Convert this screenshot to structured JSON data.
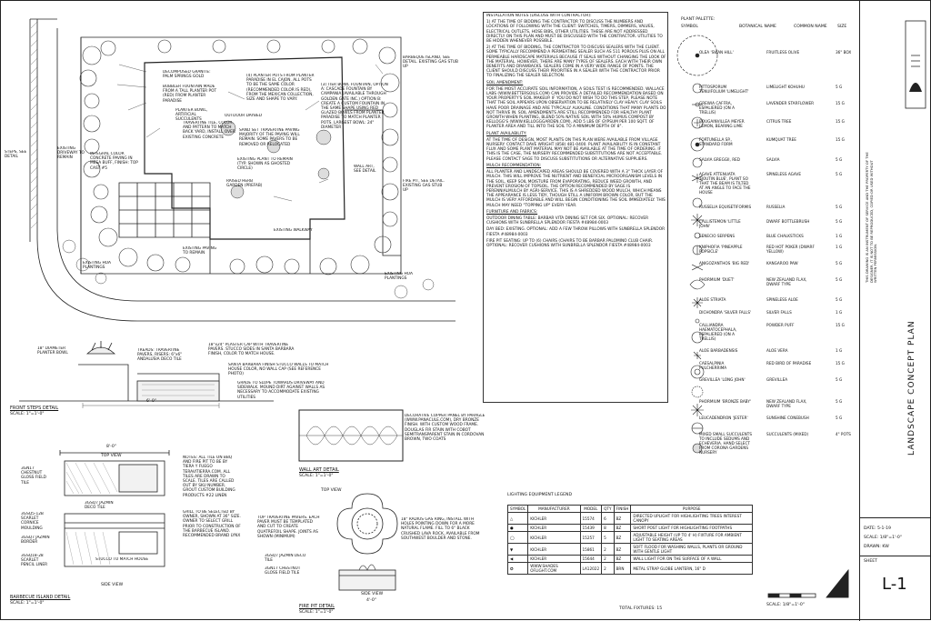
{
  "sheet": {
    "title": "LANDSCAPE CONCEPT PLAN",
    "sheet_label": "SHEET",
    "sheet_number": "L-1",
    "date": "DATE: 5-1-19",
    "scale": "SCALE: 1/8\"=1'-0\"",
    "drawn": "DRAWN: KW",
    "scale_bar": "SCALE: 1/8\"=1'-0\"",
    "copyright": "THIS DRAWING IS AN INSTRUMENT OF SERVICE AND THE PROPERTY OF THE DESIGNER. IT IS NOT TO BE REPRODUCED, COPIED OR USED WITHOUT WRITTEN PERMISSION."
  },
  "plan_labels": [
    {
      "text": "DECOMPOSED GRANITE: PALM SPRINGS GOLD"
    },
    {
      "text": "BUBBLER FOUNTAIN MADE FROM A TALL PLANTER POT (RED) FROM PLANTER PARADISE"
    },
    {
      "text": "PLANTER BOWL, ARTIFICIAL SUCCULENTS"
    },
    {
      "text": "INTEGRAL COLOR CONCRETE PAVING IN MESA BUFF, FINISH: TOP CAST #5"
    },
    {
      "text": "TRAVERTINE TILE, COLOR, AND PATTERN TO MATCH BACK YARD, INSTALL OVER EXISTING CONCRETE"
    },
    {
      "text": "EXISTING DRIVEWAY TO REMAIN"
    },
    {
      "text": "STEPS, SEE DETAIL"
    },
    {
      "text": "(4) PLANTER POTS FROM PLANTER PARADISE IN EL CAJON. ALL POTS TO BE THE SAME COLOR (RECOMMENDED COLOR IS RED), FROM THE MEXICAN COLLECTION, SIZE AND SHAPE TO VARY."
    },
    {
      "text": "OUTDOOR DAYBED"
    },
    {
      "text": "SAND SET TRAVERTINE PAVING MAJORITY OF THE PAVING WILL REMAIN. SOME PAVERS TO BE REMOVED OR RELOCATED"
    },
    {
      "text": "EXISTING PLANT TO REMAIN (TYP. SHOWN AS GHOSTED CIRCLE)"
    },
    {
      "text": "RAISED HERB GARDEN (PREFAB)"
    },
    {
      "text": "(3) TIER BOWL FOUNTAIN, OPTION A: CASCADE FOUNTAIN BY CAMPANIA (AVAILABLE THROUGH GOLDEN GATE INC.) OPTION B: CREATE A CUSTOM FOUNTAIN IN THE SAME SHAPE USING RED GLAZED BOWLS FROM PLANTER PARADISE TO MATCH PLANTER POTS. LARGEST BOWL: 24\" DIAMETER"
    },
    {
      "text": "BARBEQUE ISLAND, SEE DETAIL. EXISTING GAS STUB UP"
    },
    {
      "text": "WALL ART, SEE DETAIL"
    },
    {
      "text": "FIRE PIT, SEE DETAIL. EXISTING GAS STUB UP"
    },
    {
      "text": "EXISTING WALKWAY"
    },
    {
      "text": "EXISTING PAVING TO REMAIN"
    },
    {
      "text": "EXISTING HOA PLANTINGS"
    },
    {
      "text": "EXISTING HOA PLANTINGS"
    }
  ],
  "details": {
    "front_steps": {
      "title": "FRONT STEPS DETAIL",
      "scale": "SCALE: 1\"=1'-0\"",
      "labels": [
        "18\" DIAMETER PLANTER BOWL",
        "TREADS: TRAVERTINE PAVERS, RISERS: 6\"x6\" ANDALUSIA DECO TILE",
        "18\"x24\" PLASTER CAP WITH TRAVERTINE PAVERS. STUCCO SIDES IN SANTA BARBARA FINISH, COLOR TO MATCH HOUSE.",
        "SANTA BARBARA FINISH STUCCO WALLS TO MATCH HOUSE COLOR, NO WALL CAP (SEE REFERENCE PHOTO)",
        "GRADE TO SLOPE TOWARDS DRIVEWAY AND SIDEWALK. MOUND DIRT AGAINST WALLS AS NECESSARY TO ACCOMMODATE EXISTING UTILITIES"
      ],
      "dimension": "6'-0\""
    },
    "bbq": {
      "title": "BARBECUE ISLAND DETAIL",
      "scale": "SCALE: 1\"=1'-0\"",
      "top_view": "TOP VIEW",
      "side_view": "SIDE VIEW",
      "dimension": "8'-0\"",
      "labels": [
        "3GN17 CHESTNUT GLOSS FIELD TILE",
        "3GSQ5-12B SCARLET CORNICE MOULDING",
        "3GSQ7 JAZMIN BORDER",
        "3GSQ18-28 SCARLET PENCIL LINER",
        "3GSQ7 JAZMIN DECO TILE",
        "STUCCO TO MATCH HOUSE"
      ],
      "notes": "NOTES: ALL TILE ON BBQ AND FIRE PIT TO BE BY TIERA Y FUEGO TERAVITIERRA.COM. ALL TILES ARE DRAWN TO SCALE. TILES ARE CALLED OUT BY SKU NUMBER. GROUT CUSTOM BUILDING PRODUCTS #22 LINEN",
      "grill_note": "GRILL TO BE SELECTED BY OWNER, SHOWN AT 36\" SIZE. OWNER TO SELECT GRILL PRIOR TO CONSTRUCTION OF THE BARBECUE ISLAND. RECOMMENDED BRAND LYNX"
    },
    "wall_art": {
      "title": "WALL ART DETAIL",
      "scale": "SCALE: 1\"=1'-0\"",
      "note": "DECORATIVE COPPER PANEL BY PARAGLE (WWW.PANACULE.COM), DRY BRONZE FINISH. WITH CUSTOM WOOD FRAME. DOUGLAS FIR STAIN WITH COBOT SEMITRANSPARENT STAIN IN CORDOVAN BROWN, TWO COATS"
    },
    "fire_pit": {
      "title": "FIRE PIT DETAIL",
      "scale": "SCALE: 1\"=1'-0\"",
      "top_view": "TOP VIEW",
      "side_view": "SIDE VIEW",
      "dimension": "4'-0\"",
      "labels": [
        "TOP TRAVERTINE PAVERS. EACH PAVER MUST BE TEMPLATED AND CUT TO CREATE QUATREFOIL SHAPE. JOINTS AS SHOWN (MINIMUM)",
        "3GSQ7 JAZMIN DECO TILE",
        "3GN17 CHESTNUT GLOSS FIELD TILE"
      ],
      "burner_note": "18\" RADIUS GAS RING, INSTALL WITH HOLES POINTING DOWN FOR A MORE NATURAL FLAME. FILL TO 6\" BLACK CRUSHED LAVA ROCK, AVAILABLE FROM SOUTHWEST BOULDER AND STONE."
    }
  },
  "notes": {
    "title": "INSTALLATION NOTES (DISCUSS WITH CONTRACTOR):",
    "items": [
      "1) AT THE TIME OF BIDDING THE CONTRACTOR TO DISCUSS THE NUMBERS AND LOCATIONS OF FOLLOWING WITH THE CLIENT: SWITCHES, TIMERS, DIMMERS, VALVES, ELECTRICAL OUTLETS, HOSE BIBS, OTHER UTILITIES. THESE ARE NOT ADDRESSED DIRECTLY ON THIS PLAN AND MUST BE DISCUSSED WITH THE CONTRACTOR. UTILITIES TO BE HIDDEN WHENEVER POSSIBLE.",
      "2) AT THE TIME OF BIDDING, THE CONTRACTOR TO DISCUSS SEALERS WITH THE CLIENT. SOME TYPICALLY RECOMMEND A PERMEATING SEALER SUCH AS 511 POROUS PLUS ON ALL PERMEABLE HARDSCAPE MATERIALS BECAUSE IT SEALS WITHOUT CHANGING THE LOOK OF THE MATERIAL. HOWEVER, THERE ARE MANY TYPES OF SEALERS. EACH WITH THEIR OWN BENEFITS AND DRAWBACKS. SEALERS COME IN A VERY WIDE RANGE OF POINTS. THE CLIENT SHOULD DISCUSS THEIR PRIORITIES IN A SEALER WITH THE CONTRACTOR PRIOR TO FINALIZING THE SEALER SELECTION."
    ],
    "soil_title": "SOIL AMENDMENT:",
    "soil": "FOR THE MOST ACCURATE SOIL INFORMATION, A SOILS TEST IS RECOMMENDED. WALLACE LABS (WWW.BETTERSOILS.COM) CAN PROVIDE A DETAILED RECOMMENDATION BASED ON YOUR PROPERTY'S SOIL MAKEUP. IF YOU DO NOT WISH TO DO THIS STEP, PLEASE NOTE THAT THE SOIL APPEARS UPON OBSERVATION TO BE RELATIVELY CLAY HEAVY. CLAY SOILS HAVE POOR DRAINAGE AND ARE TYPICALLY ALKALINE. CONDITIONS THAT MANY PLANTS DO NOT THRIVE IN. SOIL AMENDMENTS ARE STILL RECOMMENDED FOR HEALTHY PLANT GROWTH WHEN PLANTING, BLEND 50% NATIVE SOIL WITH 50% HUMUS COMPOST BY KELLOGG'S (WWW.KELLOGGGARDEN.COM), ADD 5 LBS OF GYPSUM PER 100 SQFT. OF PLANTER AREA AND TILL INTO THE SOIL TO A MINIMUM DEPTH OF 8\".",
    "plant_title": "PLANT AVAILABILITY:",
    "plant": "AT THE TIME OF DESIGN, MOST PLANTS ON THIS PLAN WERE AVAILABLE FROM VILLAGE NURSERY. CONTACT DAVE WRIGHT (858) 481-0400. PLANT AVAILABILITY IS IN CONSTANT FLUX AND SOME PLANT MATERIAL MAY NOT BE AVAILABLE AT THE TIME OF ORDERING. IF THIS IS THE CASE, THE NURSERY RECOMMENDED SUBSTITUTIONS ARE NOT ACCEPTABLE. PLEASE CONTACT SAGE TO DISCUSS SUBSTITUTIONS OR ALTERNATIVE SUPPLIERS.",
    "mulch_title": "MULCH RECOMMENDATION:",
    "mulch": "ALL PLANTER AND LANDSCAPED AREAS SHOULD BE COVERED WITH A 3\" THICK LAYER OF MULCH. THIS WILL IMPROVE THE NUTRIENT AND BENEFICIAL MICROORGANISM LEVELS IN THE SOIL, KEEP SOIL MOISTURE FROM EVAPORATING, REDUCE WEED GROWTH, AND PREVENT EROSION OF TOPSOIL. THE OPTION RECOMMENDED BY SAGE IS PERENNIALMULCH BY AGRI-SERVICE. THIS IS A SHREDDED WOOD MULCH, WHICH MEANS THE APPEARANCE IS LESS TIDY, THOUGH STILL A UNIFORM BROWN COLOR, BUT THE MULCH IS VERY AFFORDABLE AND WILL BEGIN CONDITIONING THE SOIL IMMEDIATELY. THIS MULCH MAY NEED \"TOPPING UP\" EVERY YEAR.",
    "furniture_title": "FURNITURE AND FABRICS:",
    "furniture": [
      "OUTDOOR DINING TABLE: BARBAR VITA DINING SET FOR SIX. OPTIONAL: RECOVER CUSHIONS WITH SUNBRELLA SPLENDOR FIESTA #48984-0003",
      "DAY BED: EXISTING. OPTIONAL: ADD A FEW THROW PILLOWS WITH SUNBRELLA SPLENDOR FIESTA #48984-0003",
      "FIRE PIT SEATING: UP TO (6) CHAIRS (CHAIRS TO BE BARBAR PALOMINO CLUB CHAIR. OPTIONAL: RECOVER CUSHIONS WITH SUNBRELLA SPLENDOR FIESTA #48984-0003"
    ]
  },
  "plant_palette": {
    "title": "PLANT PALETTE:",
    "headers": [
      "SYMBOL",
      "BOTANICAL NAME",
      "COMMON NAME",
      "SIZE"
    ],
    "rows": [
      {
        "botanical": "OLEA 'SWAN HILL'",
        "common": "FRUITLESS OLIVE",
        "size": "36\" BOX"
      },
      {
        "botanical": "PITTOSPORUM TENUIFOLIUM 'LIMELIGHT'",
        "common": "LIMELIGHT KOHUHU",
        "size": "5 G"
      },
      {
        "botanical": "GREWIA CAFFRA, ESPALIERED (ON A TRELLIS)",
        "common": "LAVENDER STARFLOWER",
        "size": "15 G"
      },
      {
        "botanical": "BOUGAINVILLEA MEYER LEMON, BEARING LIME",
        "common": "CITRUS TREE",
        "size": "15 G"
      },
      {
        "botanical": "FORTUNELLA SP., STANDARD FORM",
        "common": "KUMQUAT TREE",
        "size": "15 G"
      },
      {
        "botanical": "SALVIA GREGGII, RED",
        "common": "SALVIA",
        "size": "5 G"
      },
      {
        "botanical": "AGAVE ATTENUATA 'BOUTIN BLUE', PLANT SO THAT THE BEAM IS TILTED AT AN ANGLE TO FACE THE HOUSE",
        "common": "SPINELESS AGAVE",
        "size": "5 G"
      },
      {
        "botanical": "RUSSELIA EQUISETIFORMIS",
        "common": "RUSSELIA",
        "size": "5 G"
      },
      {
        "botanical": "CALLISTEMON 'LITTLE JOHN'",
        "common": "DWARF BOTTLEBRUSH",
        "size": "5 G"
      },
      {
        "botanical": "SENECIO SERPENS",
        "common": "BLUE CHALKSTICKS",
        "size": "1 G"
      },
      {
        "botanical": "KNIPHOFIA 'PINEAPPLE POPSICLE'",
        "common": "RED HOT POKER (DWARF YELLOW)",
        "size": "1 G"
      },
      {
        "botanical": "ANIGOZANTHOS 'BIG RED'",
        "common": "KANGAROO PAW",
        "size": "5 G"
      },
      {
        "botanical": "PHORMIUM 'DUET'",
        "common": "NEW ZEALAND FLAX, DWARF TYPE",
        "size": "5 G"
      },
      {
        "botanical": "ALOE STRIATA",
        "common": "SPINELESS ALOE",
        "size": "5 G"
      },
      {
        "botanical": "DICHONDRA 'SILVER FALLS'",
        "common": "SILVER FALLS",
        "size": "1 G"
      },
      {
        "botanical": "CALLIANDRA HAEMATOCEPHALA, ESPALIERED (ON A TRELLIS)",
        "common": "POWDER PUFF",
        "size": "15 G"
      },
      {
        "botanical": "ALOE BARBADENSIS",
        "common": "ALOE VERA",
        "size": "1 G"
      },
      {
        "botanical": "CAESALPINIA PULCHERRIMA",
        "common": "RED BIRD OF PARADISE",
        "size": "15 G"
      },
      {
        "botanical": "GREVILLEA 'LONG JOHN'",
        "common": "GREVILLEA",
        "size": "5 G"
      },
      {
        "botanical": "PHORMIUM 'BRONZE BABY'",
        "common": "NEW ZEALAND FLAX, DWARF TYPE",
        "size": "5 G"
      },
      {
        "botanical": "LEUCADENDRON 'JESTER'",
        "common": "SUNSHINE CONEBUSH",
        "size": "5 G"
      },
      {
        "botanical": "MIXED SMALL SUCCULENTS TO INCLUDE SEDUMS AND ECHEVERIA. HAND SELECT FROM CORONA GARDENS NURSERY",
        "common": "SUCCULENTS (MIXED)",
        "size": "4\" POTS"
      }
    ]
  },
  "lighting": {
    "title": "LIGHTING EQUIPMENT LEGEND",
    "headers": [
      "SYMBOL",
      "MANUFACTURER",
      "MODEL",
      "QTY",
      "FINISH",
      "PURPOSE"
    ],
    "rows": [
      {
        "mfr": "KICHLER",
        "model": "15574",
        "qty": "6",
        "finish": "BZ",
        "purpose": "DIRECTED UPLIGHT FOR HIGHLIGHTING TREES INTEREST CANOPY"
      },
      {
        "mfr": "KICHLER",
        "model": "15439",
        "qty": "8",
        "finish": "BZ",
        "purpose": "SHORT POST LIGHT FOR HIGHLIGHTING FOOTPATHS"
      },
      {
        "mfr": "KICHLER",
        "model": "15257",
        "qty": "5",
        "finish": "BZ",
        "purpose": "ADJUSTABLE HEIGHT (UP TO 4' H) FIXTURE FOR AMBIENT LIGHT TO SEATING AREAS"
      },
      {
        "mfr": "KICHLER",
        "model": "15861",
        "qty": "2",
        "finish": "BZ",
        "purpose": "SOFT FLOOD FOR WASHING WALLS, PLANTS OR GROUND WITH GENTLE LIGHT"
      },
      {
        "mfr": "KICHLER",
        "model": "15644",
        "qty": "2",
        "finish": "BZ",
        "purpose": "WALL LIGHT FOR ON THE SURFACE OF A WALL"
      },
      {
        "mfr": "WWW.SHADES OFLIGHT.COM",
        "model": "LA12022",
        "qty": "2",
        "finish": "BRN",
        "purpose": "METAL STRAP GLOBE LANTERN, 16\" D"
      }
    ],
    "total": "TOTAL FIXTURES: 15"
  }
}
